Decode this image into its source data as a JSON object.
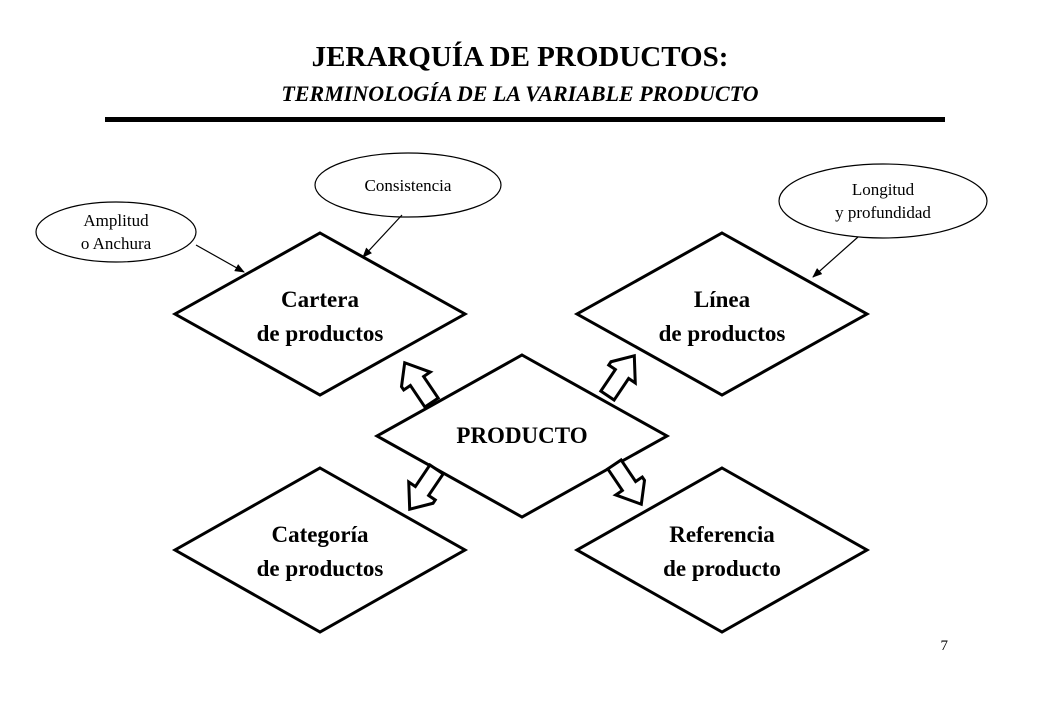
{
  "title": "JERARQUÍA DE PRODUCTOS:",
  "subtitle": "TERMINOLOGÍA DE LA VARIABLE PRODUCTO",
  "diamonds": {
    "cartera": {
      "line1": "Cartera",
      "line2": "de productos"
    },
    "linea": {
      "line1": "Línea",
      "line2": "de productos"
    },
    "producto": {
      "line1": "PRODUCTO"
    },
    "categoria": {
      "line1": "Categoría",
      "line2": "de productos"
    },
    "referencia": {
      "line1": "Referencia",
      "line2": "de producto"
    }
  },
  "ellipses": {
    "amplitud": {
      "line1": "Amplitud",
      "line2": "o Anchura"
    },
    "consistencia": {
      "line1": "Consistencia"
    },
    "longitud": {
      "line1": "Longitud",
      "line2": "y profundidad"
    }
  },
  "page_number": "7"
}
